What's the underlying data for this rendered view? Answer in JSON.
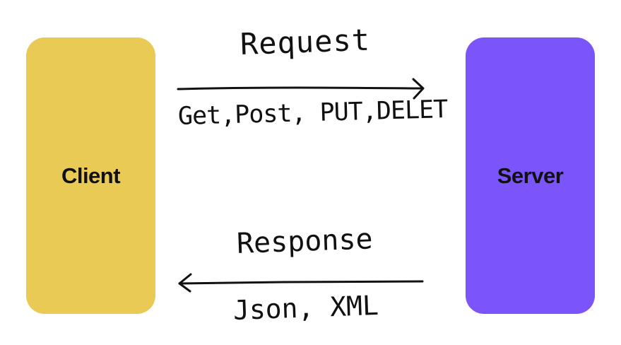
{
  "client": {
    "label": "Client",
    "color": "#E8CA54"
  },
  "server": {
    "label": "Server",
    "color": "#7B55FA"
  },
  "request": {
    "label": "Request",
    "methods": "Get,Post, PUT,DELET"
  },
  "response": {
    "label": "Response",
    "formats": "Json, XML"
  },
  "stroke_color": "#111111"
}
